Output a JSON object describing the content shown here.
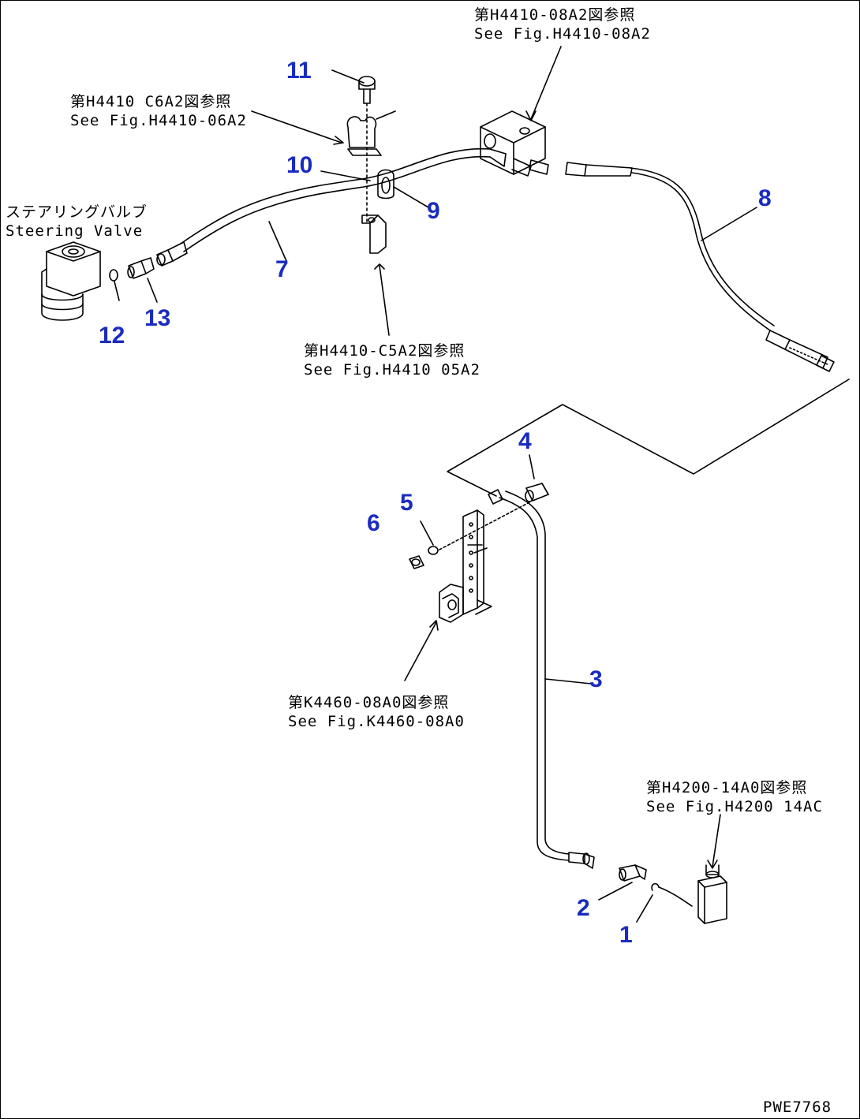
{
  "callouts": {
    "n1": "1",
    "n2": "2",
    "n3": "3",
    "n4": "4",
    "n5": "5",
    "n6": "6",
    "n7": "7",
    "n8": "8",
    "n9": "9",
    "n10": "10",
    "n11": "11",
    "n12": "12",
    "n13": "13"
  },
  "references": {
    "top_right": {
      "jp": "第H4410-08A2図参照",
      "en": "See Fig.H4410-08A2"
    },
    "top_left": {
      "jp": "第H4410 C6A2図参照",
      "en": "See Fig.H4410-06A2"
    },
    "steering": {
      "jp": "ステアリングバルブ",
      "en": "Steering Valve"
    },
    "middle": {
      "jp": "第H4410-C5A2図参照",
      "en": "See Fig.H4410 05A2"
    },
    "bracket": {
      "jp": "第K4460-08A0図参照",
      "en": "See Fig.K4460-08A0"
    },
    "bottom_right": {
      "jp": "第H4200-14A0図参照",
      "en": "See Fig.H4200 14AC"
    }
  },
  "drawing_code": "PWE7768",
  "colors": {
    "callout": "#1a2bbf",
    "line": "#000000",
    "background": "#ffffff"
  }
}
